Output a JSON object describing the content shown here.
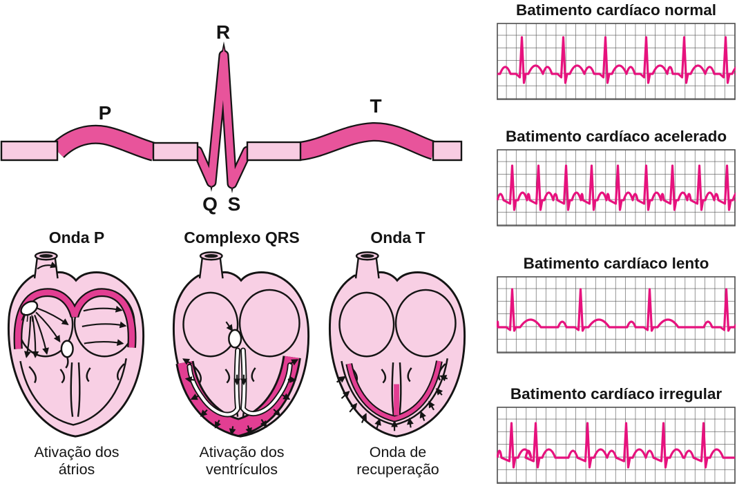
{
  "diagram": {
    "ecg_ribbon": {
      "labels": {
        "p": "P",
        "q": "Q",
        "r": "R",
        "s": "S",
        "t": "T"
      }
    },
    "hearts": [
      {
        "title": "Onda P",
        "caption_line1": "Ativação dos",
        "caption_line2": "átrios",
        "variant": "p"
      },
      {
        "title": "Complexo QRS",
        "caption_line1": "Ativação dos",
        "caption_line2": "ventrículos",
        "variant": "qrs"
      },
      {
        "title": "Onda T",
        "caption_line1": "Onda de",
        "caption_line2": "recuperação",
        "variant": "t"
      }
    ],
    "strips": [
      {
        "title": "Batimento cardíaco normal",
        "rhythm": "normal",
        "beats": [
          37,
          97,
          158,
          217,
          272,
          332
        ]
      },
      {
        "title": "Batimento cardíaco acelerado",
        "rhythm": "fast",
        "beats": [
          23,
          61,
          101,
          138,
          176,
          217,
          255,
          294,
          334
        ]
      },
      {
        "title": "Batimento cardíaco lento",
        "rhythm": "slow",
        "beats": [
          23,
          122,
          222,
          333
        ]
      },
      {
        "title": "Batimento cardíaco irregular",
        "rhythm": "irregular",
        "beats": [
          22,
          57,
          132,
          188,
          242,
          300
        ]
      }
    ],
    "colors": {
      "ribbon_dark_pink": "#E8549B",
      "ribbon_light_pink": "#F8CCE2",
      "heart_fill_pink": "#F8CFE4",
      "heart_band_pink": "#E23E92",
      "trace_pink": "#E6127D",
      "grid_gray": "#4d4d4d",
      "ink": "#141414"
    }
  }
}
